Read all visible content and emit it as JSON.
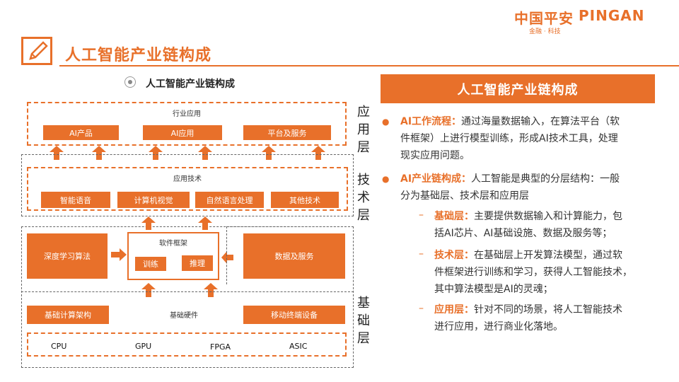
{
  "header": {
    "title": "人工智能产业链构成",
    "logo_cn": "中国平安",
    "logo_en": "PINGAN",
    "logo_sub": "金融 · 科技",
    "accent": "#e8702a"
  },
  "diagram": {
    "title": "人工智能产业链构成",
    "layers": {
      "application": "应用层",
      "technology": "技术层",
      "foundation": "基础层"
    },
    "app_section": {
      "caption": "行业应用",
      "boxes": [
        "AI产品",
        "AI应用",
        "平台及服务"
      ]
    },
    "tech_section": {
      "caption": "应用技术",
      "boxes": [
        "智能语音",
        "计算机视觉",
        "自然语言处理",
        "其他技术"
      ]
    },
    "mid": {
      "left": "深度学习算法",
      "framework": "软件框架",
      "train": "训练",
      "infer": "推理",
      "right": "数据及服务"
    },
    "base": {
      "caption": "基础硬件",
      "left": "基础计算架构",
      "right": "移动终端设备",
      "chips": [
        "CPU",
        "GPU",
        "FPGA",
        "ASIC"
      ]
    }
  },
  "panel": {
    "heading": "人工智能产业链构成",
    "bullets": [
      {
        "key": "AI工作流程：",
        "lines": [
          "通过海量数据输入，在算法平台（软",
          "件框架）上进行模型训练，形成AI技术工具，处理",
          "现实应用问题。"
        ]
      },
      {
        "key": "AI产业链构成：",
        "lines": [
          "人工智能是典型的分层结构：一般",
          "分为基础层、技术层和应用层"
        ]
      }
    ],
    "subs": [
      {
        "key": "基础层：",
        "lines": [
          "主要提供数据输入和计算能力，包",
          "括AI芯片、AI基础设施、数据及服务等；"
        ]
      },
      {
        "key": "技术层：",
        "lines": [
          "在基础层上开发算法模型，通过软",
          "件框架进行训练和学习，获得人工智能技术，",
          "其中算法模型是AI的灵魂；"
        ]
      },
      {
        "key": "应用层：",
        "lines": [
          "针对不同的场景，将人工智能技术",
          "进行应用，进行商业化落地。"
        ]
      }
    ]
  }
}
